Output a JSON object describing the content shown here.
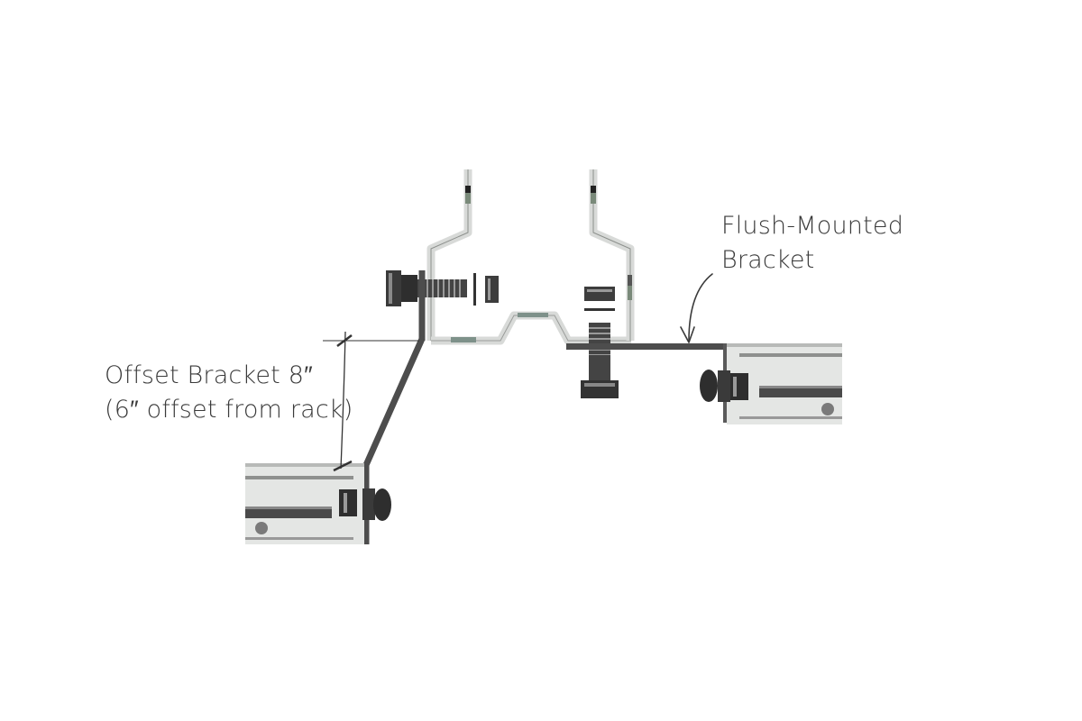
{
  "labels": {
    "offset_bracket_line1": "Offset Bracket 8″",
    "offset_bracket_line2": "(6″ offset from rack)",
    "flush_bracket_line1": "Flush-Mounted",
    "flush_bracket_line2": "Bracket"
  },
  "colors": {
    "background": "#ffffff",
    "text": "#3a3a3a",
    "bracket_dark": "#4d4d4d",
    "panel_light": "#e4e6e4",
    "channel_light": "#dadcda",
    "bolt_dark": "#2e2e2e",
    "rail_dark": "#5a5a5a",
    "dimension_line": "#333333"
  }
}
